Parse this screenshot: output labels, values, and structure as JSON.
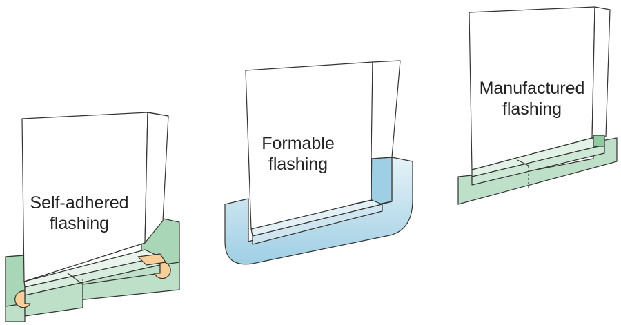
{
  "labels": {
    "self_adhered": [
      "Self-adhered",
      "flashing"
    ],
    "formable": [
      "Formable",
      "flashing"
    ],
    "manufactured": [
      "Manufactured",
      "flashing"
    ]
  },
  "colors": {
    "green": "#bfe0c8",
    "green_dark": "#8fcaa0",
    "blue": "#9fcfe4",
    "blue_light": "#e3f1f7",
    "orange": "#f7cf99",
    "stroke": "#333333"
  }
}
